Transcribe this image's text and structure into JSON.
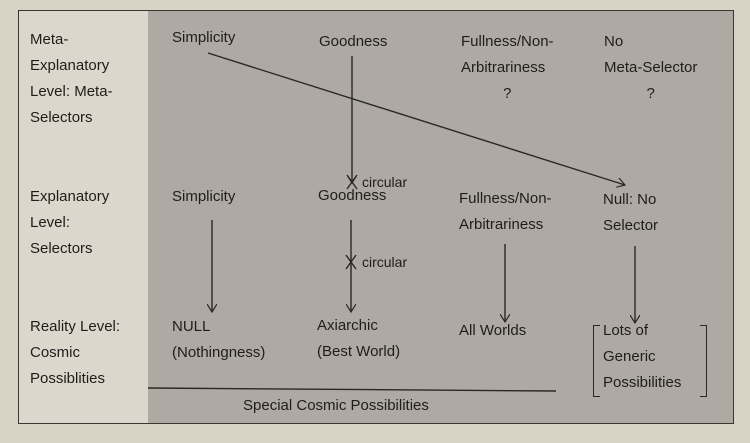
{
  "levels": {
    "meta": [
      "Meta-",
      "Explanatory",
      "Level: Meta-",
      "Selectors"
    ],
    "explanatory": [
      "Explanatory",
      "Level:",
      "Selectors"
    ],
    "reality": [
      "Reality Level:",
      "Cosmic",
      "Possiblities"
    ]
  },
  "meta_row": {
    "simplicity": "Simplicity",
    "goodness": "Goodness",
    "fullness": [
      "Fullness/Non-",
      "Arbitrariness",
      "?"
    ],
    "none": [
      "No",
      "Meta-Selector",
      "?"
    ]
  },
  "selector_row": {
    "simplicity": "Simplicity",
    "goodness": "Goodness",
    "fullness": [
      "Fullness/Non-",
      "Arbitrariness"
    ],
    "null": [
      "Null: No",
      "Selector"
    ]
  },
  "reality_row": {
    "null": [
      "NULL",
      "(Nothingness)"
    ],
    "axiarchic": [
      "Axiarchic",
      "(Best World)"
    ],
    "all_worlds": "All Worlds",
    "generic": [
      "Lots of",
      "Generic",
      "Possibilities"
    ]
  },
  "annotations": {
    "circular_1": "circular",
    "circular_2": "circular",
    "special": "Special Cosmic Possibilities"
  }
}
